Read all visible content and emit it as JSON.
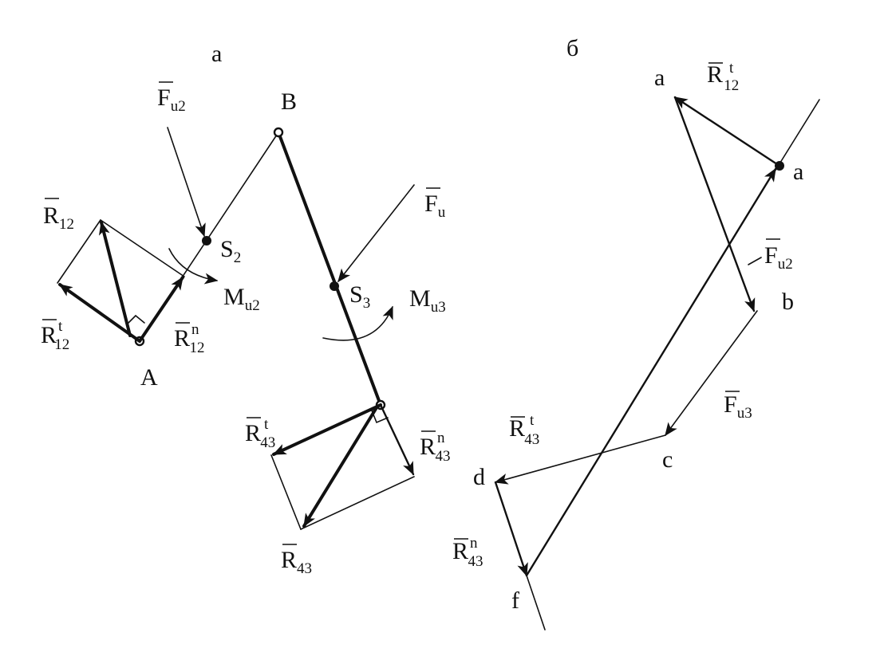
{
  "diagram": {
    "panel_a_label": "а",
    "panel_b_label": "б",
    "colors": {
      "ink": "#111111",
      "background": "#ffffff"
    },
    "mechanism": {
      "point_A": "A",
      "point_B": "B",
      "point_S2": {
        "base": "S",
        "sub": "2"
      },
      "point_S3": {
        "base": "S",
        "sub": "3"
      },
      "force_Fu2": {
        "base": "F",
        "sub": "u2"
      },
      "force_Fu": {
        "base": "F",
        "sub": "u"
      },
      "moment_Mu2": {
        "base": "M",
        "sub": "u2"
      },
      "moment_Mu3": {
        "base": "M",
        "sub": "u3"
      },
      "R12": {
        "base": "R",
        "sub": "12"
      },
      "R12t": {
        "base": "R",
        "sub": "12",
        "sup": "t"
      },
      "R12n": {
        "base": "R",
        "sub": "12",
        "sup": "n"
      },
      "R43": {
        "base": "R",
        "sub": "43"
      },
      "R43t": {
        "base": "R",
        "sub": "43",
        "sup": "t"
      },
      "R43n": {
        "base": "R",
        "sub": "43",
        "sup": "n"
      }
    },
    "force_polygon": {
      "point_a_top": "a",
      "point_a": "a",
      "point_b": "b",
      "point_c": "c",
      "point_d": "d",
      "point_f": "f",
      "R12t": {
        "base": "R",
        "sub": "12",
        "sup": "t"
      },
      "Fu2": {
        "base": "F",
        "sub": "u2"
      },
      "Fu3": {
        "base": "F",
        "sub": "u3"
      },
      "R43t": {
        "base": "R",
        "sub": "43",
        "sup": "t"
      },
      "R43n": {
        "base": "R",
        "sub": "43",
        "sup": "n"
      }
    }
  }
}
